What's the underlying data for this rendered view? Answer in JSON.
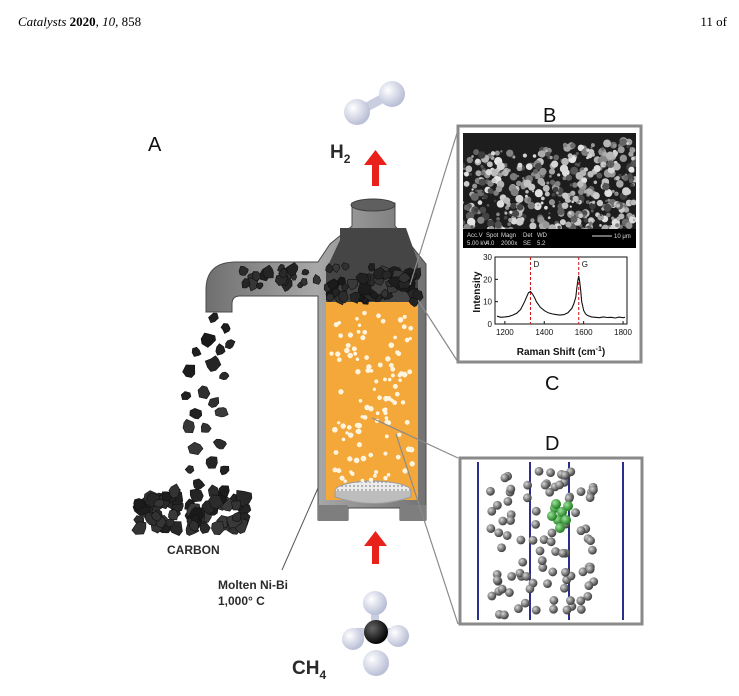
{
  "header": {
    "journal": "Catalysts",
    "year": "2020",
    "volume": "10",
    "article": "858",
    "page": "11 of"
  },
  "figure": {
    "panels": {
      "a": "A",
      "b": "B",
      "c": "C",
      "d": "D"
    },
    "labels": {
      "h2": "H",
      "h2_sub": "2",
      "ch4": "CH",
      "ch4_sub": "4",
      "carbon": "CARBON",
      "molten_line1": "Molten Ni-Bi",
      "molten_line2": "1,000° C"
    },
    "sem_info": {
      "row1": [
        "Acc.V",
        "Spot",
        "Magn",
        "Det",
        "WD"
      ],
      "row2": [
        "5.00 kV",
        "4.0",
        "2000x",
        "SE",
        "5.2"
      ],
      "scale_label": "10 μm"
    },
    "colors": {
      "melt": "#f5a83a",
      "reactor_wall": "#8a8a8a",
      "carbon": "#2b2b2b",
      "arrow": "#e8221a",
      "peak_line": "#cc1111",
      "md_lines": "#2b2f8a",
      "md_cluster": "#3fae3f"
    }
  },
  "chart_data": {
    "type": "line",
    "title": "",
    "xlabel": "Raman Shift (cm",
    "xlabel_sup": "-1",
    "xlabel_tail": ")",
    "ylabel": "Intensity",
    "xlim": [
      1150,
      1820
    ],
    "ylim": [
      0,
      30
    ],
    "xticks": [
      1200,
      1400,
      1600,
      1800
    ],
    "yticks": [
      0,
      10,
      20,
      30
    ],
    "annotations": [
      {
        "label": "D",
        "x": 1330
      },
      {
        "label": "G",
        "x": 1575
      }
    ],
    "series": [
      {
        "x": [
          1160,
          1180,
          1200,
          1220,
          1240,
          1260,
          1280,
          1300,
          1310,
          1320,
          1330,
          1340,
          1350,
          1360,
          1380,
          1400,
          1420,
          1440,
          1460,
          1480,
          1500,
          1520,
          1540,
          1550,
          1560,
          1565,
          1570,
          1575,
          1580,
          1585,
          1590,
          1600,
          1610,
          1620,
          1640,
          1660,
          1680,
          1700,
          1720,
          1740,
          1760,
          1780,
          1800,
          1810
        ],
        "y": [
          3.5,
          3,
          3.2,
          3.4,
          4,
          4.8,
          6.5,
          10,
          12,
          14,
          14.5,
          13.5,
          12,
          10,
          7.5,
          6,
          5,
          4.5,
          4.2,
          4,
          4.2,
          5,
          7,
          9,
          12,
          16,
          19,
          21.5,
          19,
          15,
          10,
          6,
          4.5,
          3.8,
          3.2,
          3,
          2.8,
          3.2,
          2.9,
          3,
          2.7,
          3.1,
          2.8,
          3
        ]
      }
    ]
  }
}
